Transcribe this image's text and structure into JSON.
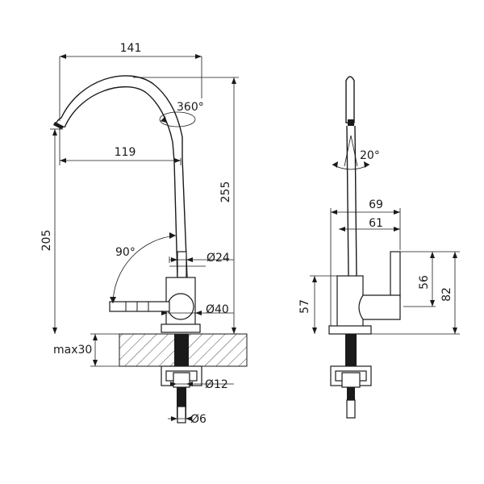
{
  "front_view": {
    "dim_overall_reach": "141",
    "dim_spout_reach": "119",
    "dim_total_height": "255",
    "dim_spout_height": "205",
    "dim_swivel": "360°",
    "dim_lever_angle": "90°",
    "dim_column_diameter": "Ø24",
    "dim_body_diameter": "Ø40",
    "dim_max_thickness": "max30",
    "dim_thread_diameter": "Ø12",
    "dim_hose_diameter": "Ø6"
  },
  "side_view": {
    "dim_tilt_angle": "20°",
    "dim_depth_69": "69",
    "dim_depth_61": "61",
    "dim_handle_height": "56",
    "dim_base_height": "57",
    "dim_lever_height": "82"
  }
}
